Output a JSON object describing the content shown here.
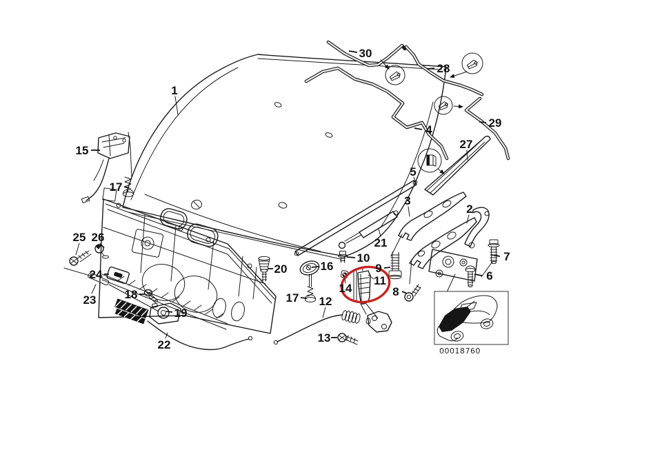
{
  "diagram": {
    "kind": "exploded-parts-diagram",
    "subject": "engine hood assembly",
    "colors": {
      "background": "#ffffff",
      "line": "#1a1a1a",
      "highlight": "#c8231f"
    },
    "catalog_code": "00018760",
    "highlighted_label": "11",
    "labels": [
      {
        "text": "1"
      },
      {
        "text": "2"
      },
      {
        "text": "3"
      },
      {
        "text": "4"
      },
      {
        "text": "5"
      },
      {
        "text": "6"
      },
      {
        "text": "7"
      },
      {
        "text": "8"
      },
      {
        "text": "9"
      },
      {
        "text": "10"
      },
      {
        "text": "11"
      },
      {
        "text": "12"
      },
      {
        "text": "13"
      },
      {
        "text": "14"
      },
      {
        "text": "15"
      },
      {
        "text": "16"
      },
      {
        "text": "17"
      },
      {
        "text": "17"
      },
      {
        "text": "18"
      },
      {
        "text": "19"
      },
      {
        "text": "20"
      },
      {
        "text": "21"
      },
      {
        "text": "22"
      },
      {
        "text": "23"
      },
      {
        "text": "24"
      },
      {
        "text": "25"
      },
      {
        "text": "26"
      },
      {
        "text": "27"
      },
      {
        "text": "28"
      },
      {
        "text": "29"
      },
      {
        "text": "30"
      }
    ]
  }
}
